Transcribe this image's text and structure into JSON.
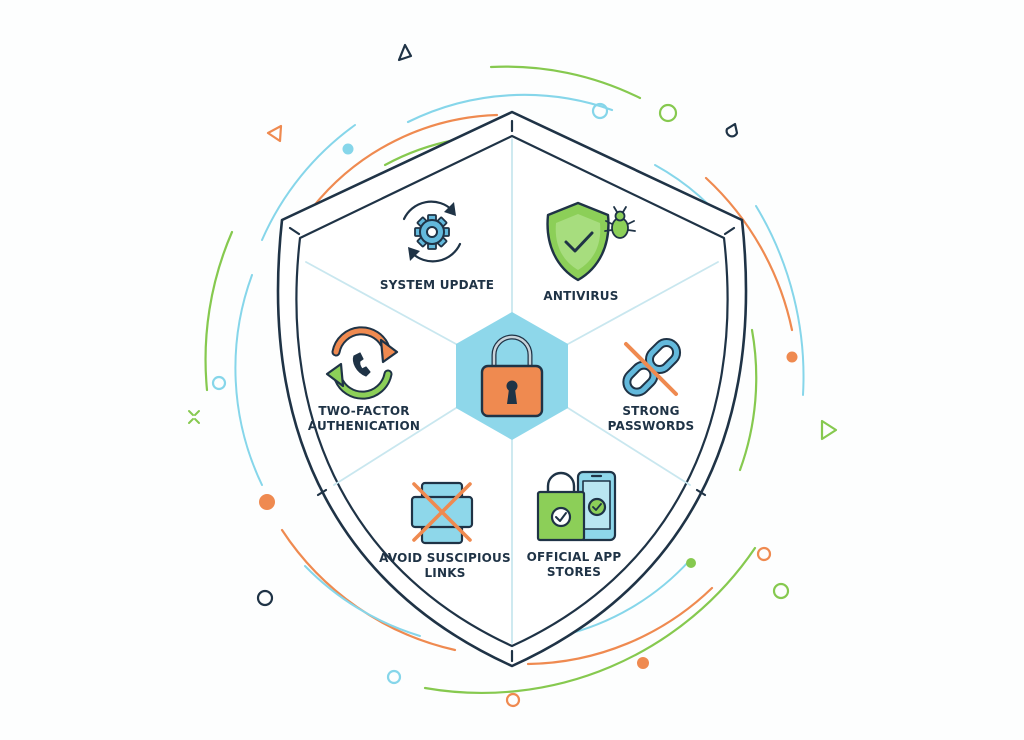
{
  "colors": {
    "outline": "#1f3346",
    "cyan": "#86d6ea",
    "cyan_light": "#b9e6f1",
    "green": "#86c94f",
    "orange": "#ef8a50",
    "background": "#fdfefe"
  },
  "center": {
    "icon": "padlock-icon"
  },
  "segments": {
    "system_update": {
      "line1": "SYSTEM UPDATE",
      "icon": "gear-refresh-icon"
    },
    "antivirus": {
      "line1": "ANTIVIRUS",
      "icon": "shield-bug-icon"
    },
    "strong_passwords": {
      "line1": "STRONG",
      "line2": "PASSWORDS",
      "icon": "broken-link-icon"
    },
    "official_app_stores": {
      "line1": "OFFICIAL APP",
      "line2": "STORES",
      "icon": "shopping-bag-phone-icon"
    },
    "avoid_suspicious_links": {
      "line1": "AVOID SUSCIPIOUS",
      "line2": "LINKS",
      "icon": "crossed-window-icon"
    },
    "two_factor": {
      "line1": "TWO-FACTOR",
      "line2": "AUTHENICATION",
      "icon": "phone-cycle-icon"
    }
  }
}
